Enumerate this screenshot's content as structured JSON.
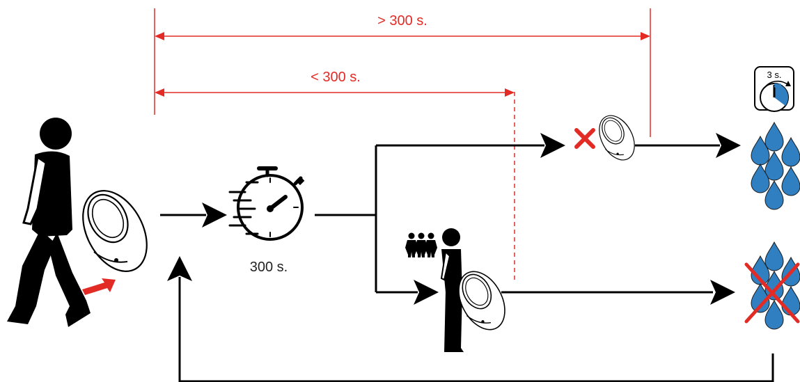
{
  "diagram": {
    "labels": {
      "more_than": "> 300 s.",
      "less_than": "< 300 s.",
      "timer": "300 s.",
      "flush_duration": "3 s."
    }
  },
  "colors": {
    "red": "#e32b26",
    "blue": "#2f7fc1",
    "black": "#000000",
    "white": "#ffffff"
  },
  "icons": [
    "person-walking-away-icon",
    "urinal-icon",
    "exit-arrow-icon",
    "stopwatch-icon",
    "cancel-cross-icon",
    "flush-timer-icon",
    "water-drops-icon",
    "group-of-people-icon",
    "person-standing-icon",
    "no-water-cross-icon"
  ]
}
